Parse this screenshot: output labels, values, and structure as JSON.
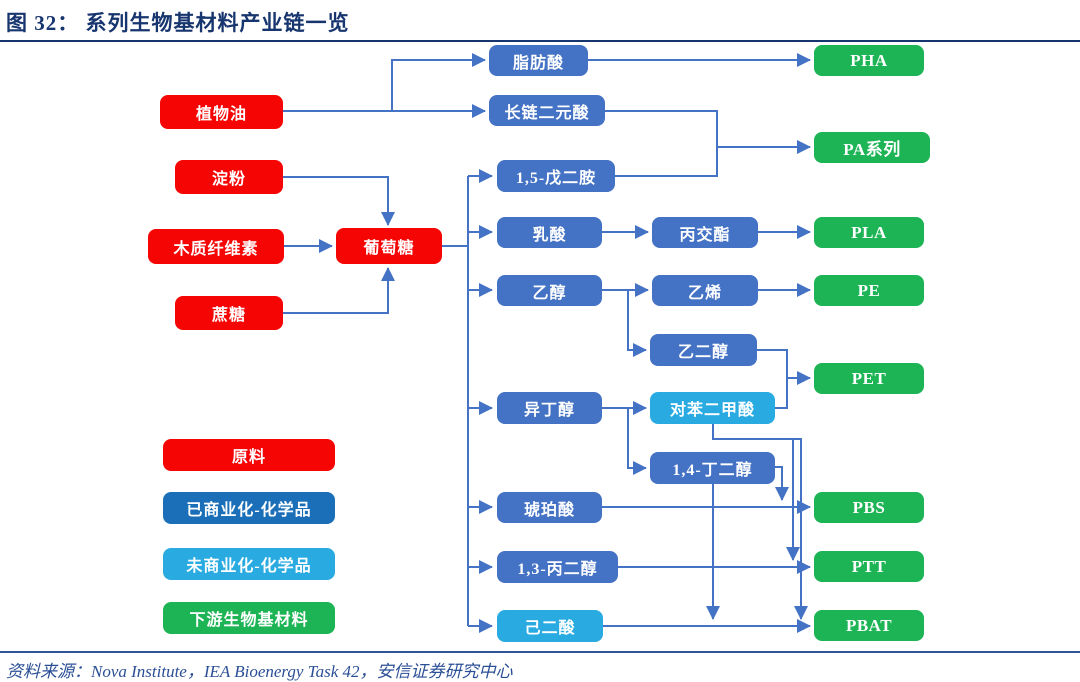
{
  "title": "图 32： 系列生物基材料产业链一览",
  "source": "资料来源：Nova Institute，IEA Bioenergy Task 42，安信证券研究中心",
  "colors": {
    "raw_material_red": "#f60505",
    "commercialized_chem_blue": "#4472c4",
    "legend_commercialized_blue": "#1b6fb8",
    "noncommercialized_chem_lightblue": "#29abe2",
    "downstream_material_green": "#1cb454",
    "connector_blue": "#4472c4",
    "title_navy": "#17356e"
  },
  "nodes": {
    "vegetable_oil": "植物油",
    "starch": "淀粉",
    "lignocellulose": "木质纤维素",
    "sucrose": "蔗糖",
    "glucose": "葡萄糖",
    "fatty_acid": "脂肪酸",
    "long_chain_diacid": "长链二元酸",
    "pentanediamine": "1,5-戊二胺",
    "lactic_acid": "乳酸",
    "lactide": "丙交酯",
    "ethanol": "乙醇",
    "ethylene": "乙烯",
    "ethylene_glycol": "乙二醇",
    "isobutanol": "异丁醇",
    "terephthalic_acid": "对苯二甲酸",
    "butanediol": "1,4-丁二醇",
    "succinic_acid": "琥珀酸",
    "propanediol": "1,3-丙二醇",
    "adipic_acid": "己二酸",
    "pha": "PHA",
    "pa_series": "PA系列",
    "pla": "PLA",
    "pe": "PE",
    "pet": "PET",
    "pbs": "PBS",
    "ptt": "PTT",
    "pbat": "PBAT"
  },
  "legend": {
    "items": [
      {
        "label": "原料",
        "type": "raw-material"
      },
      {
        "label": "已商业化-化学品",
        "type": "commercialized-chemical"
      },
      {
        "label": "未商业化-化学品",
        "type": "non-commercialized-chemical"
      },
      {
        "label": "下游生物基材料",
        "type": "downstream-biobased-material"
      }
    ]
  }
}
